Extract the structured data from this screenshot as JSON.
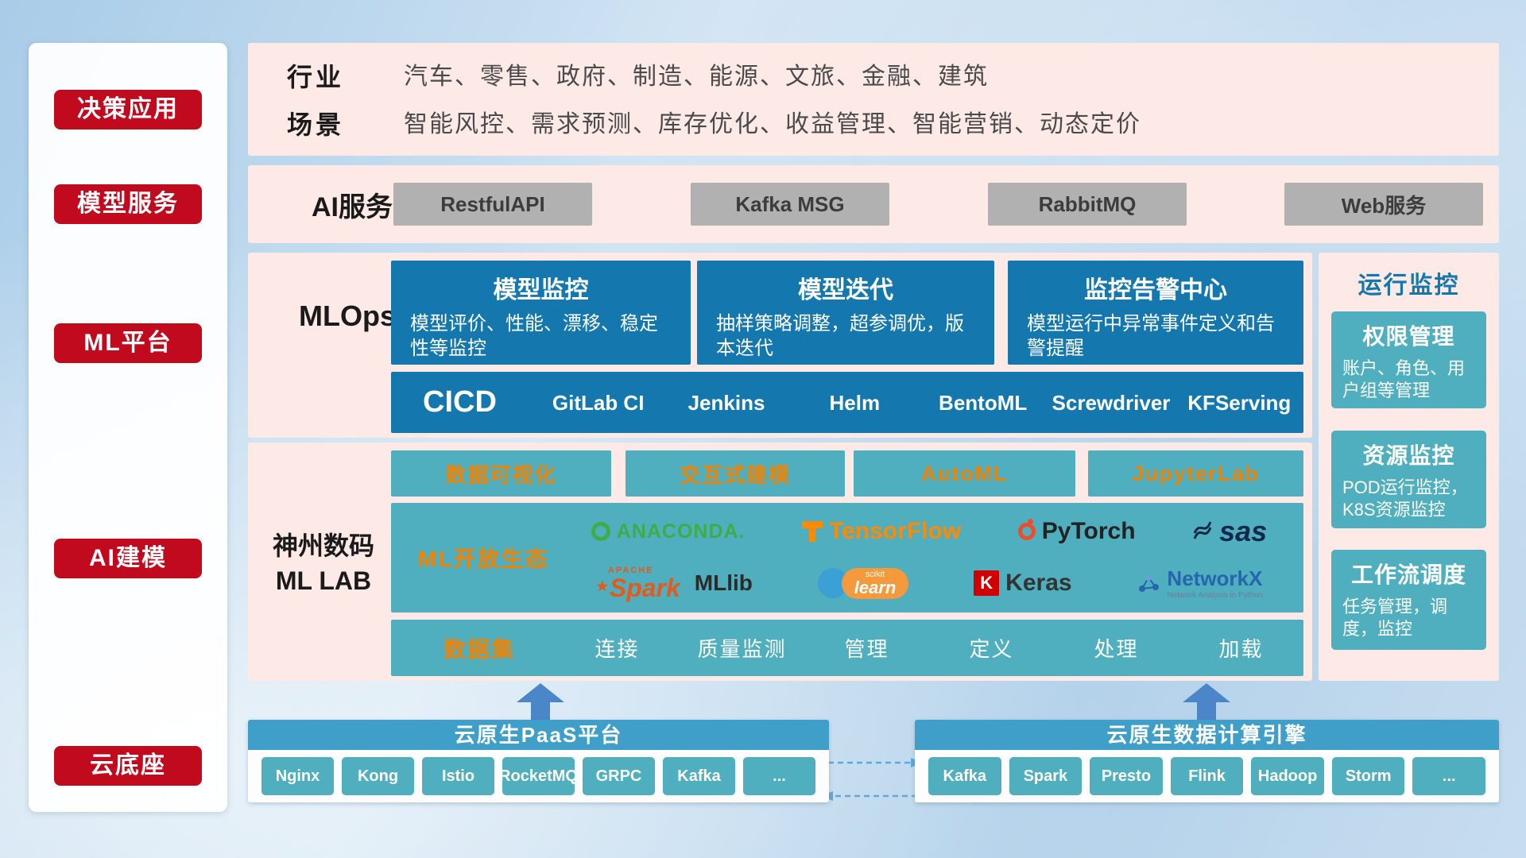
{
  "colors": {
    "accent_red": "#c20a1e",
    "panel_pink": "#fdeae7",
    "card_blue": "#1478ae",
    "teal": "#4fafbf",
    "orange": "#f08300",
    "bar_blue": "#3f9fc9",
    "arrow_blue": "#4a86c8",
    "gray_button": "#b1b1b1"
  },
  "sidebar": {
    "items": [
      {
        "label": "决策应用"
      },
      {
        "label": "模型服务"
      },
      {
        "label": "ML平台"
      },
      {
        "label": "AI建模"
      },
      {
        "label": "云底座"
      }
    ]
  },
  "application_layer": {
    "industry_label": "行业",
    "industry_value": "汽车、零售、政府、制造、能源、文旅、金融、建筑",
    "scene_label": "场景",
    "scene_value": "智能风控、需求预测、库存优化、收益管理、智能营销、动态定价"
  },
  "service_layer": {
    "label": "AI服务",
    "items": [
      "RestfulAPI",
      "Kafka MSG",
      "RabbitMQ",
      "Web服务"
    ]
  },
  "mlops": {
    "label": "MLOps",
    "cards": [
      {
        "title": "模型监控",
        "desc": "模型评价、性能、漂移、稳定性等监控"
      },
      {
        "title": "模型迭代",
        "desc": "抽样策略调整，超参调优，版本迭代"
      },
      {
        "title": "监控告警中心",
        "desc": "模型运行中异常事件定义和告警提醒"
      }
    ],
    "cicd_label": "CICD",
    "cicd_items": [
      "GitLab CI",
      "Jenkins",
      "Helm",
      "BentoML",
      "Screwdriver",
      "KFServing"
    ]
  },
  "monitoring": {
    "title": "运行监控",
    "cards": [
      {
        "title": "权限管理",
        "desc": "账户、角色、用户组等管理"
      },
      {
        "title": "资源监控",
        "desc": "POD运行监控，K8S资源监控"
      },
      {
        "title": "工作流调度",
        "desc": "任务管理，调度，监控"
      }
    ]
  },
  "mllab": {
    "label_line1": "神州数码",
    "label_line2": "ML LAB",
    "tools": [
      "数据可视化",
      "交互式建模",
      "AutoML",
      "JupyterLab"
    ],
    "ecosystem_label": "ML开放生态",
    "logos": {
      "anaconda": "ANACONDA.",
      "tensorflow": "TensorFlow",
      "pytorch": "PyTorch",
      "sas": "sas",
      "spark_prefix": "APACHE",
      "spark": "Spark",
      "mllib": "MLlib",
      "scikit_top": "scikit",
      "scikit": "learn",
      "keras_icon": "K",
      "keras": "Keras",
      "networkx": "NetworkX",
      "networkx_sub": "Network Analysis in Python"
    },
    "dataset_label": "数据集",
    "dataset_items": [
      "连接",
      "质量监测",
      "管理",
      "定义",
      "处理",
      "加载"
    ]
  },
  "paas": {
    "title": "云原生PaaS平台",
    "items": [
      "Nginx",
      "Kong",
      "Istio",
      "RocketMQ",
      "GRPC",
      "Kafka",
      "..."
    ]
  },
  "engine": {
    "title": "云原生数据计算引擎",
    "items": [
      "Kafka",
      "Spark",
      "Presto",
      "Flink",
      "Hadoop",
      "Storm",
      "..."
    ]
  }
}
